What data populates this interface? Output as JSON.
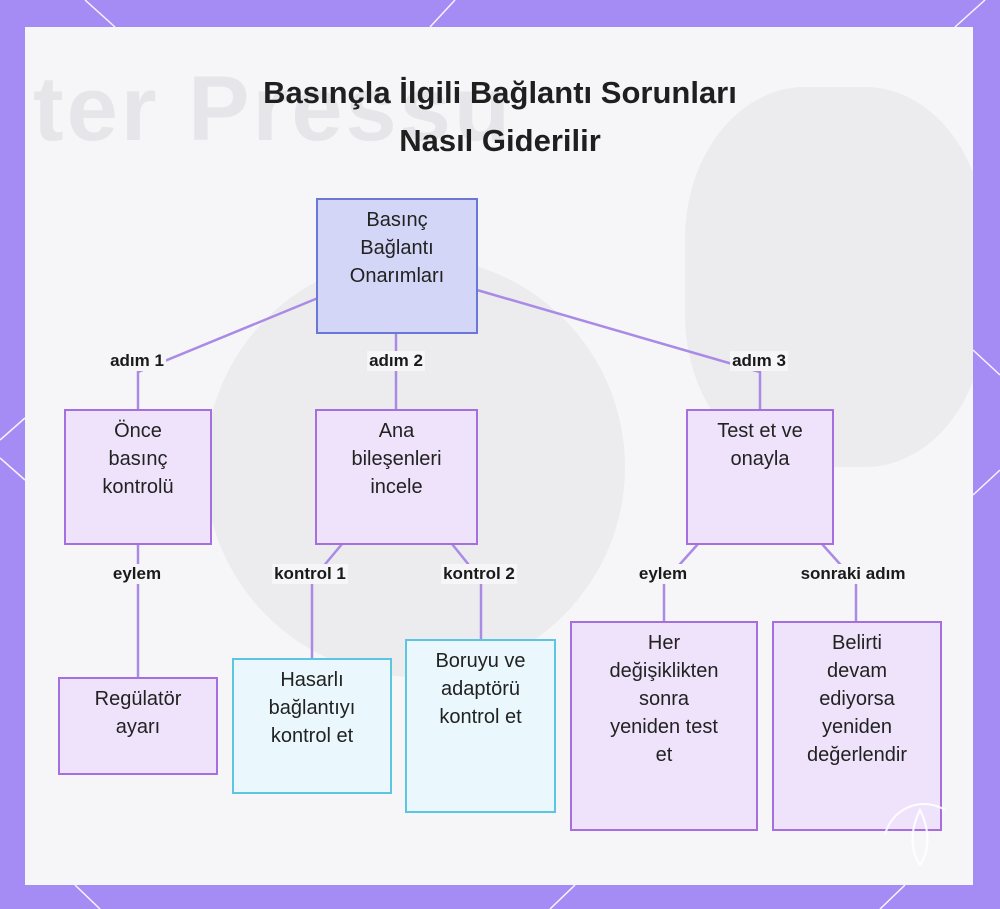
{
  "title": {
    "line1": "Basınçla İlgili Bağlantı Sorunları",
    "line2": "Nasıl Giderilir"
  },
  "watermark": "ter Pressu",
  "nodes": {
    "root": "Basınç\nBağlantı\nOnarımları",
    "step1": "Önce\nbasınç\nkontrolü",
    "step2": "Ana\nbileşenleri\nincele",
    "step3": "Test et ve\nonayla",
    "regulator": "Regülatör\nayarı",
    "damaged": "Hasarlı\nbağlantıyı\nkontrol et",
    "pipe": "Boruyu ve\nadaptörü\nkontrol et",
    "retest": "Her\ndeğişiklikten\nsonra\nyeniden test\net",
    "reassess": "Belirti\ndevam\nediyorsa\nyeniden\ndeğerlendir"
  },
  "edge_labels": {
    "step1": "adım 1",
    "step2": "adım 2",
    "step3": "adım 3",
    "action1": "eylem",
    "check1": "kontrol 1",
    "check2": "kontrol 2",
    "action3": "eylem",
    "next_step": "sonraki adım"
  },
  "colors": {
    "background": "#a48cf4",
    "panel": "#f6f6f8",
    "root_fill": "#d3d6f6",
    "root_border": "#6b77d6",
    "step_fill": "#efe3fb",
    "step_border": "#a66fe0",
    "leaf_fill": "#eaf8fd",
    "leaf_border": "#5cc6e2",
    "edge": "#a98be6"
  }
}
